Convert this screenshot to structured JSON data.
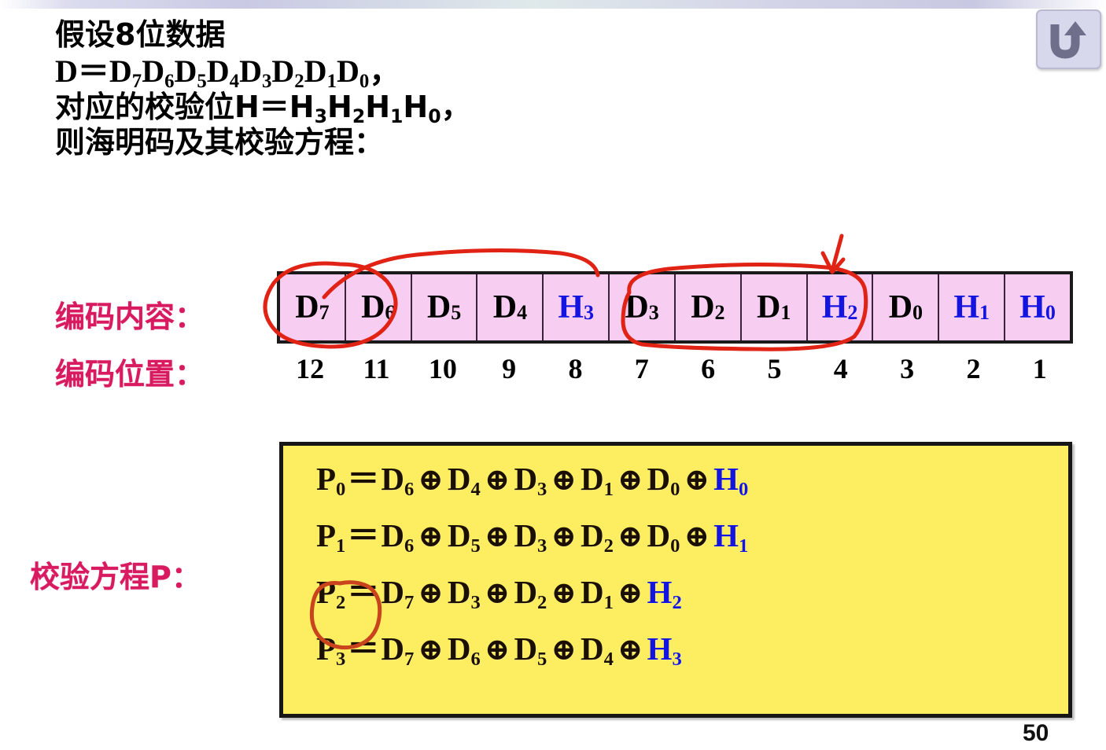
{
  "slide": {
    "page_number": "50",
    "nav_button": {
      "name": "return-uturn-button",
      "label": "↩"
    }
  },
  "header": {
    "lines": [
      "假设8位数据",
      "D＝D7D6D5D4D3D2D1D0，",
      "对应的校验位H＝H3H2H1H0，",
      "则海明码及其校验方程："
    ],
    "line1": "假设8位数据",
    "line4": "则海明码及其校验方程："
  },
  "labels": {
    "code_content": "编码内容：",
    "code_position": "编码位置：",
    "check_equation": "校验方程P："
  },
  "code_table": {
    "cells": [
      {
        "base": "D",
        "sub": "7",
        "kind": "data"
      },
      {
        "base": "D",
        "sub": "6",
        "kind": "data"
      },
      {
        "base": "D",
        "sub": "5",
        "kind": "data"
      },
      {
        "base": "D",
        "sub": "4",
        "kind": "data"
      },
      {
        "base": "H",
        "sub": "3",
        "kind": "check"
      },
      {
        "base": "D",
        "sub": "3",
        "kind": "data"
      },
      {
        "base": "D",
        "sub": "2",
        "kind": "data"
      },
      {
        "base": "D",
        "sub": "1",
        "kind": "data"
      },
      {
        "base": "H",
        "sub": "2",
        "kind": "check"
      },
      {
        "base": "D",
        "sub": "0",
        "kind": "data"
      },
      {
        "base": "H",
        "sub": "1",
        "kind": "check"
      },
      {
        "base": "H",
        "sub": "0",
        "kind": "check"
      }
    ],
    "positions": [
      "12",
      "11",
      "10",
      "9",
      "8",
      "7",
      "6",
      "5",
      "4",
      "3",
      "2",
      "1"
    ]
  },
  "equations": [
    {
      "lhs": "P",
      "lhs_sub": "0",
      "terms": [
        {
          "base": "D",
          "sub": "6",
          "kind": "data"
        },
        {
          "base": "D",
          "sub": "4",
          "kind": "data"
        },
        {
          "base": "D",
          "sub": "3",
          "kind": "data"
        },
        {
          "base": "D",
          "sub": "1",
          "kind": "data"
        },
        {
          "base": "D",
          "sub": "0",
          "kind": "data"
        },
        {
          "base": "H",
          "sub": "0",
          "kind": "check"
        }
      ]
    },
    {
      "lhs": "P",
      "lhs_sub": "1",
      "terms": [
        {
          "base": "D",
          "sub": "6",
          "kind": "data"
        },
        {
          "base": "D",
          "sub": "5",
          "kind": "data"
        },
        {
          "base": "D",
          "sub": "3",
          "kind": "data"
        },
        {
          "base": "D",
          "sub": "2",
          "kind": "data"
        },
        {
          "base": "D",
          "sub": "0",
          "kind": "data"
        },
        {
          "base": "H",
          "sub": "1",
          "kind": "check"
        }
      ]
    },
    {
      "lhs": "P",
      "lhs_sub": "2",
      "terms": [
        {
          "base": "D",
          "sub": "7",
          "kind": "data"
        },
        {
          "base": "D",
          "sub": "3",
          "kind": "data"
        },
        {
          "base": "D",
          "sub": "2",
          "kind": "data"
        },
        {
          "base": "D",
          "sub": "1",
          "kind": "data"
        },
        {
          "base": "H",
          "sub": "2",
          "kind": "check"
        }
      ]
    },
    {
      "lhs": "P",
      "lhs_sub": "3",
      "terms": [
        {
          "base": "D",
          "sub": "7",
          "kind": "data"
        },
        {
          "base": "D",
          "sub": "6",
          "kind": "data"
        },
        {
          "base": "D",
          "sub": "5",
          "kind": "data"
        },
        {
          "base": "D",
          "sub": "4",
          "kind": "data"
        },
        {
          "base": "H",
          "sub": "3",
          "kind": "check"
        }
      ]
    }
  ],
  "symbols": {
    "xor": "⊕",
    "equals": "＝"
  },
  "annotations": [
    {
      "name": "ink-ellipse-d7-d6",
      "shape": "ellipse",
      "target": "D7 D6 cells"
    },
    {
      "name": "ink-arc-over-d5-d4",
      "shape": "arc",
      "target": "top of D5 D4 cells"
    },
    {
      "name": "ink-arrow-to-h2",
      "shape": "arrow",
      "target": "H2 cell"
    },
    {
      "name": "ink-ellipse-d3-h2",
      "shape": "ellipse",
      "target": "D3 D2 D1 H2 cells"
    },
    {
      "name": "ink-circle-p2",
      "shape": "circle",
      "target": "P2 label"
    }
  ],
  "colors": {
    "label_crimson": "#d81b60",
    "cell_pink": "#f7cef2",
    "check_blue": "#1414e0",
    "equation_yellow": "#fced61",
    "ink_red": "#e02314"
  }
}
